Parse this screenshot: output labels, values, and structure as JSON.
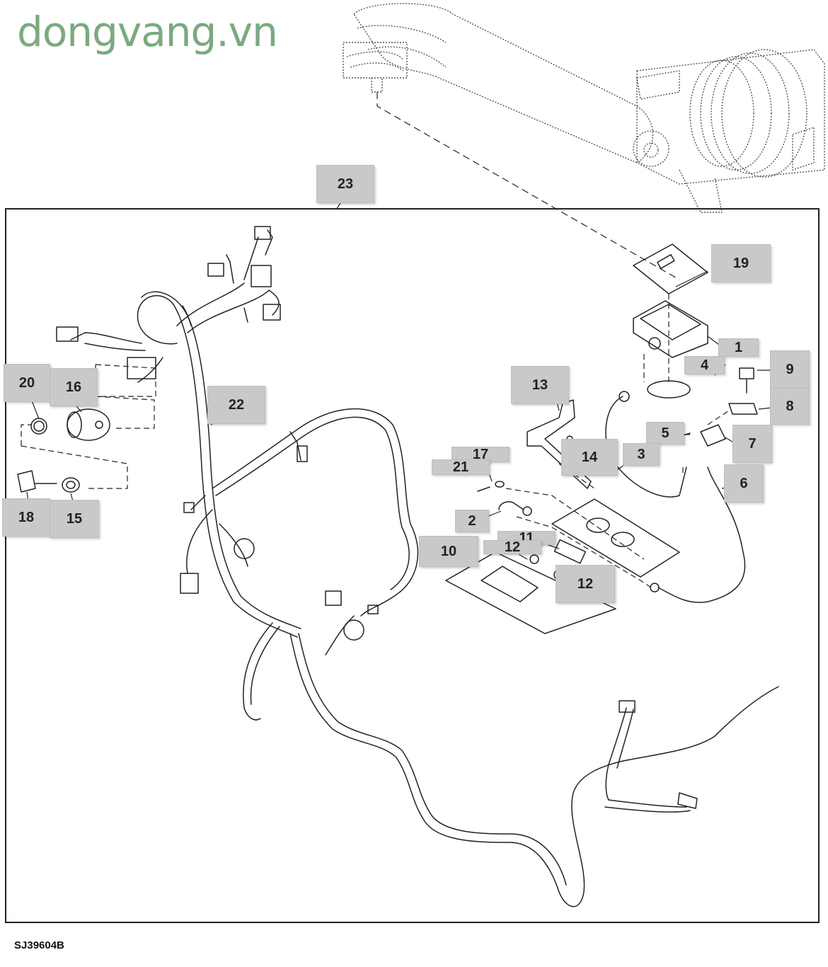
{
  "watermark": "dongvang.vn",
  "diagram_code": "SJ39604B",
  "callouts": {
    "c1": "1",
    "c2": "2",
    "c3": "3",
    "c4": "4",
    "c5": "5",
    "c6": "6",
    "c7": "7",
    "c8": "8",
    "c9": "9",
    "c10": "10",
    "c11": "11",
    "c12a": "12",
    "c12b": "12",
    "c13": "13",
    "c14": "14",
    "c15": "15",
    "c16": "16",
    "c17": "17",
    "c18": "18",
    "c19": "19",
    "c20": "20",
    "c21": "21",
    "c22": "22",
    "c23": "23"
  }
}
